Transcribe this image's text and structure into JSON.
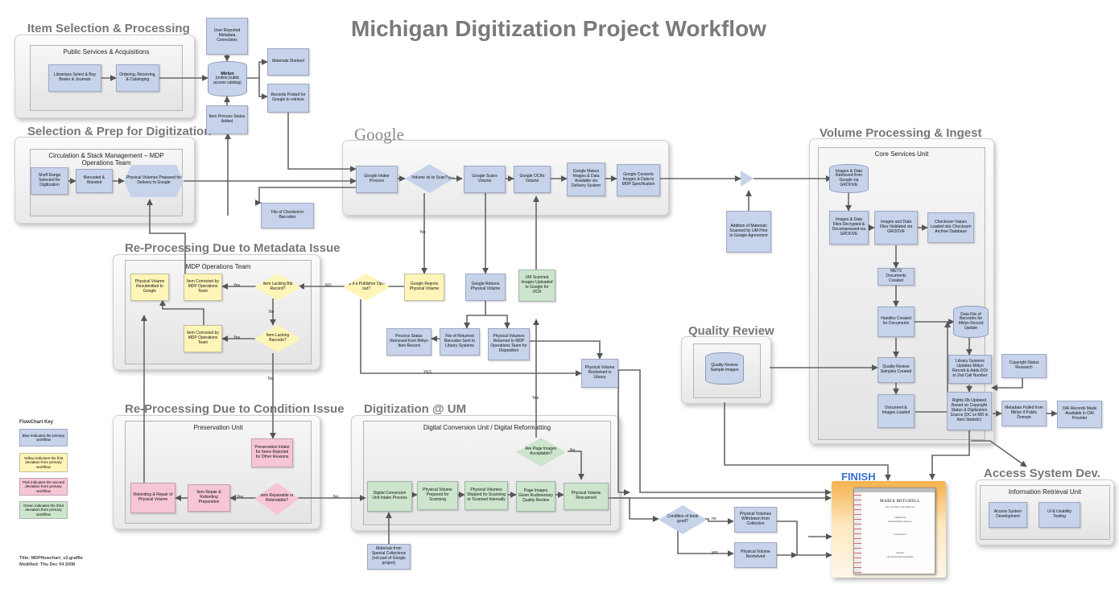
{
  "title": "Michigan Digitization Project Workflow",
  "groups": {
    "item_selection": {
      "title": "Item Selection & Processing",
      "inner": "Public Services & Acquisitions"
    },
    "selection_prep": {
      "title": "Selection & Prep for Digitization",
      "inner": "Circulation & Stack Management – MDP Operations Team"
    },
    "google": {
      "title": "Google"
    },
    "volume_processing": {
      "title": "Volume Processing & Ingest",
      "inner": "Core Services Unit"
    },
    "reproc_metadata": {
      "title": "Re-Processing Due to Metadata Issue",
      "inner": "MDP Operations Team"
    },
    "quality_review": {
      "title": "Quality Review"
    },
    "reproc_condition": {
      "title": "Re-Processing Due to Condition Issue",
      "inner": "Preservation Unit"
    },
    "digitization_um": {
      "title": "Digitization @ UM",
      "inner": "Digital Conversion Unit / Digital Reformatting"
    },
    "access_system": {
      "title": "Access System Dev.",
      "inner": "Information Retrieval Unit"
    },
    "finish": {
      "title": "FINISH"
    }
  },
  "nodes": {
    "librarians_select": "Librarians Select & Buy Books & Journals",
    "ordering": "Ordering, Receiving, & Cataloging",
    "user_reported": "User Reported Metadata Corrections",
    "mirlyn_bold": "Mirlyn",
    "mirlyn_sub": "(online public access catalog)",
    "item_process_status": "Item Process Status Added",
    "materials_shelved": "Materials Shelved",
    "records_posted": "Records Posted for Google to retrieve",
    "shelf_range": "Shelf Range Selected for Digitization",
    "barcoded": "Barcoded & Wanded",
    "physical_prepared": "Physical Volumes Prepared for Delivery to Google",
    "file_checked_in": "File of Checked-in Barcodes",
    "google_intake": "Google Intake Process",
    "volume_ok": "Volume ok to Scan?",
    "google_scans": "Google Scans Volume",
    "google_ocrs": "Google OCRs Volume",
    "google_makes": "Google Makes Images & Data Available via Delivery System",
    "google_converts": "Google Converts Images & Data to MDP Specification",
    "google_rejects": "Google Rejects Physical Volume",
    "google_returns": "Google Returns Physical Volume",
    "um_scanned": "UM Scanned Images Uploaded to Google for OCR",
    "publisher_optout": "Is it a Publisher Opt-out?",
    "physical_resubmitted": "Physical Volume Resubmitted to Google",
    "item_corrected_1": "Item Corrected by MDP Operations Team",
    "item_lacking_bib": "Item Lacking Bib Record?",
    "item_corrected_2": "Item Corrected by MDP Operations Team",
    "item_lacking_barcode": "Item Lacking Barcode?",
    "process_status_removed": "Process Status Removed from Mirlyn Item Record",
    "file_returned": "File of Returned Barcodes Sent to Library Systems",
    "physical_returned_mdp": "Physical Volumes Returned to MDP Operations Team for Disposition",
    "physical_reshelved_lib": "Physical Volume Reshelved in Library",
    "addition_materials": "Addition of Materials Scanned by UM Prior to Google Agreement",
    "images_retrieved": "Images & Data Retrieved from Google via GROOVE",
    "images_decrypted": "Images & Data Files Decrypted & Decompressed via GROOVE",
    "images_validated": "Images and Data Files Validated via GROOVE",
    "checksum": "Checksum Values Loaded into Checksum Archive Database",
    "mets": "METS Documents Created",
    "handles": "Handles Created for Documents",
    "data_file_barcodes": "Data File of Barcodes for Mirlyn Record Update",
    "library_systems": "Library Systems Updates Mirlyn Record & Adds DOI to 2nd Call Number",
    "qr_samples_created": "Quality Review Samples Created",
    "document_images": "Document & Images Loaded",
    "rights_db": "Rights Db Updated Based on Copyright Status & Digitization Source (DC vs MD in Item Statistic)",
    "copyright_status": "Copyright Status Research",
    "metadata_pulled": "Metadata Pulled from Mirlyn if Public Domain",
    "oai_records": "OAI Records Made Available in OAI Provider",
    "qr_sample_images": "Quality Review Sample Images",
    "preservation_intake": "Preservation Intake for Items Rejected for Other Reasons",
    "item_repairable": "Item Repairable or Rebindable?",
    "item_repair": "Item Repair & Rebinding Preparation",
    "rebinding": "Rebinding & Repair of Physical Volume",
    "digital_conversion_intake": "Digital Conversion Unit Intake Process",
    "physical_prepared_scanning": "Physical Volume Prepared for Scanning",
    "physical_shipped": "Physical Volumes Shipped for Scanning or Scanned Internally",
    "page_images_review": "Page Images Given Rudimentary Quality Review",
    "page_acceptable": "Are Page Images Acceptable?",
    "physical_rescanned": "Physical Volume Rescanned",
    "materials_special": "Materials from Special Collections (not part of Google project)",
    "condition_good": "Condition of book good?",
    "physical_withdrawn": "Physical Volumes Withdrawn from Collection",
    "physical_reshelved": "Physical Volume Reshelved",
    "access_development": "Access System Development",
    "ui_testing": "UI & Usability Testing"
  },
  "finish_doc": {
    "heading": "MARIA MITCHELL",
    "subheading": "LIFE, LETTERS, AND JOURNALS",
    "line1": "COMPILED BY",
    "line2": "PHEBE MITCHELL KENDALL",
    "line3": "ILLUSTRATED",
    "line4": "BOSTON",
    "line5": "LEE AND SHEPARD PUBLISHERS"
  },
  "edge_labels": {
    "yes_scan": "Yes",
    "no_scan": "No",
    "no_optout": "NO",
    "yes_optout": "YES",
    "yes_bib": "Yes",
    "no_bib": "No",
    "yes_barcode": "Yes",
    "no_barcode": "No",
    "yes_repair": "Yes",
    "no_repair": "No",
    "no_acceptable": "No",
    "yes_acceptable": "Yes",
    "no_condition": "no",
    "yes_condition": "yes"
  },
  "key": {
    "title": "FlowChart Key",
    "blue": "Blue indicates the primary workflow",
    "yellow": "Yellow indicates the first deviation from primary workflow",
    "pink": "Pink indicates the second deviation from primary workflow",
    "green": "Green indicates the third deviation from primary workflow"
  },
  "footer": {
    "title": "Title: MDPflowchart_v3.graffle",
    "modified": "Modified: Thu Dec 04 2008"
  },
  "colors": {
    "primary_blue": "#c6d3ea",
    "first_deviation_yellow": "#fff5b8",
    "second_deviation_pink": "#f7c6d5",
    "third_deviation_green": "#cce5cc",
    "finish_orange": "#f5b24e",
    "title_gray": "#777777"
  }
}
